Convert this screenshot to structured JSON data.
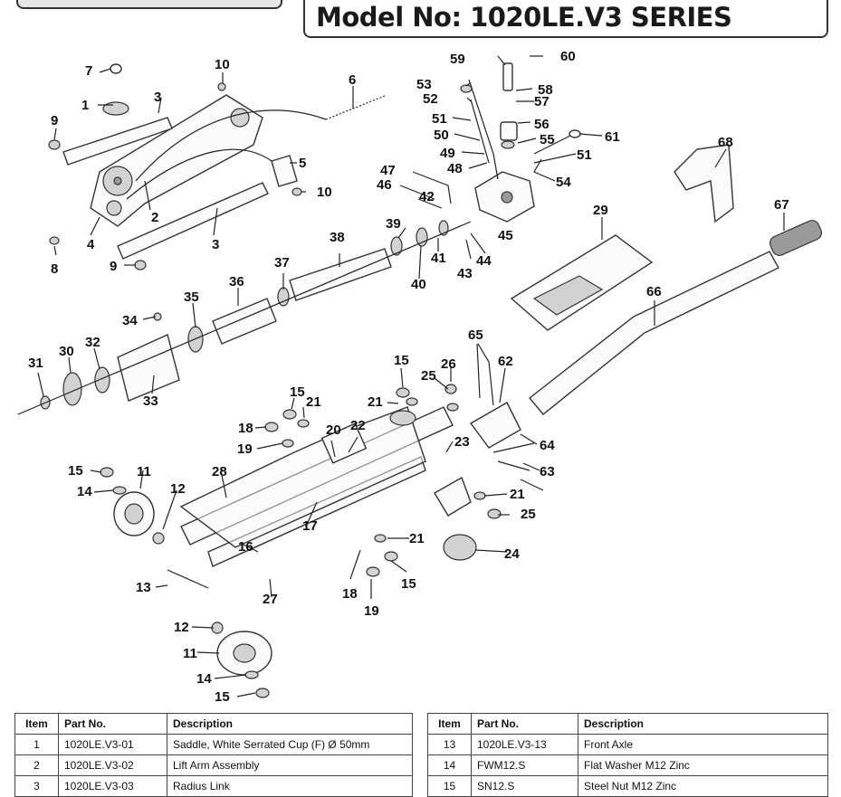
{
  "header": {
    "model_title": "Model No: 1020LE.V3 SERIES"
  },
  "diagram": {
    "callouts": [
      "1",
      "2",
      "3",
      "3",
      "4",
      "5",
      "6",
      "7",
      "8",
      "9",
      "9",
      "10",
      "10",
      "11",
      "11",
      "12",
      "12",
      "13",
      "14",
      "14",
      "15",
      "15",
      "15",
      "15",
      "15",
      "16",
      "17",
      "18",
      "18",
      "19",
      "19",
      "20",
      "21",
      "21",
      "21",
      "21",
      "22",
      "23",
      "24",
      "25",
      "25",
      "26",
      "27",
      "28",
      "29",
      "30",
      "31",
      "32",
      "33",
      "34",
      "35",
      "36",
      "37",
      "38",
      "39",
      "40",
      "41",
      "42",
      "43",
      "44",
      "45",
      "46",
      "47",
      "48",
      "49",
      "50",
      "51",
      "51",
      "52",
      "53",
      "54",
      "55",
      "56",
      "57",
      "58",
      "59",
      "60",
      "61",
      "62",
      "63",
      "64",
      "65",
      "66",
      "67",
      "68"
    ]
  },
  "parts_table": {
    "headers": {
      "item": "Item",
      "part_no": "Part No.",
      "description": "Description"
    },
    "left_rows": [
      {
        "item": "1",
        "part_no": "1020LE.V3-01",
        "description": "Saddle, White Serrated Cup (F) Ø 50mm"
      },
      {
        "item": "2",
        "part_no": "1020LE.V3-02",
        "description": "Lift Arm Assembly"
      },
      {
        "item": "3",
        "part_no": "1020LE.V3-03",
        "description": "Radius Link"
      }
    ],
    "right_rows": [
      {
        "item": "13",
        "part_no": "1020LE.V3-13",
        "description": "Front Axle"
      },
      {
        "item": "14",
        "part_no": "FWM12.S",
        "description": "Flat Washer M12 Zinc"
      },
      {
        "item": "15",
        "part_no": "SN12.S",
        "description": "Steel Nut M12 Zinc"
      }
    ]
  }
}
